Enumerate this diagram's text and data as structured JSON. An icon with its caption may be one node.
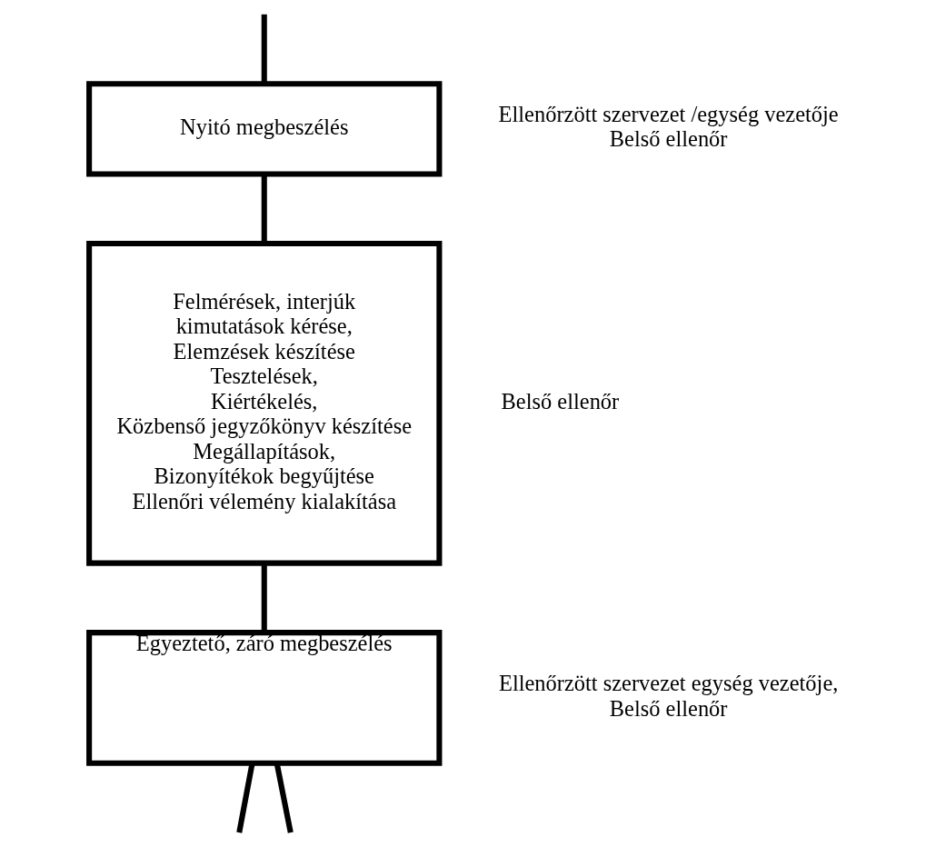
{
  "diagram": {
    "nodes": [
      {
        "text": [
          "Nyitó megbeszélés"
        ],
        "beside": [
          "Ellenőrzött szervezet /egység vezetője",
          "Belső ellenőr"
        ]
      },
      {
        "text": [
          "Felmérések, interjúk",
          "kimutatások kérése,",
          "Elemzések készítése",
          "Tesztelések,",
          "Kiértékelés,",
          "Közbenső jegyzőkönyv készítése",
          "Megállapítások,",
          "Bizonyítékok begyűjtése",
          "Ellenőri vélemény kialakítása"
        ],
        "beside": [
          "Belső ellenőr"
        ]
      },
      {
        "text": [
          "Egyeztető, záró megbeszélés"
        ],
        "beside": [
          "Ellenőrzött szervezet egység vezetője,",
          "Belső ellenőr"
        ]
      }
    ],
    "edges": [
      {
        "from": null,
        "to": 0,
        "arrow": "none"
      },
      {
        "from": 0,
        "to": 1,
        "arrow": "none"
      },
      {
        "from": 1,
        "to": 2,
        "arrow": "none"
      },
      {
        "from": 2,
        "to": null,
        "arrow": "none"
      },
      {
        "from": 2,
        "to": null,
        "arrow": "none"
      }
    ]
  }
}
